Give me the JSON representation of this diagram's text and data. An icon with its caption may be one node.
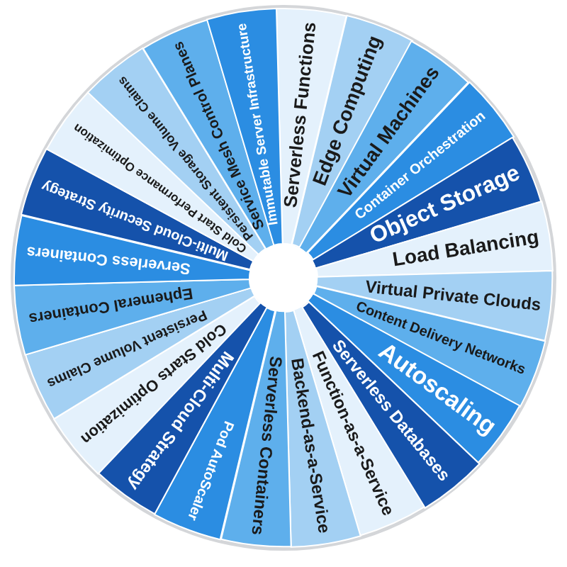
{
  "diagram": {
    "nodes": [
      {
        "text": [
          "Serverless Functions"
        ]
      },
      {
        "text": [
          "Edge Computing"
        ]
      },
      {
        "text": [
          "Virtual Machines"
        ]
      },
      {
        "text": [
          "Container Orchestration"
        ]
      },
      {
        "text": [
          "Object Storage"
        ]
      },
      {
        "text": [
          "Load Balancing"
        ]
      },
      {
        "text": [
          "Virtual Private Clouds"
        ]
      },
      {
        "text": [
          "Content Delivery Networks"
        ]
      },
      {
        "text": [
          "Autoscaling"
        ]
      },
      {
        "text": [
          "Serverless Databases"
        ]
      },
      {
        "text": [
          "Function-as-a-Service"
        ]
      },
      {
        "text": [
          "Backend-as-a-Service"
        ]
      },
      {
        "text": [
          "Serverless Containers"
        ]
      },
      {
        "text": [
          "Pod AutoScaler"
        ]
      },
      {
        "text": [
          "Multi-Cloud Strategy"
        ]
      },
      {
        "text": [
          "Cold Starts Optimization"
        ]
      },
      {
        "text": [
          "Persistent Volume Claims"
        ]
      },
      {
        "text": [
          "Ephemeral Containers"
        ]
      },
      {
        "text": [
          "Serverless Containers"
        ]
      },
      {
        "text": [
          "Multi-Cloud Security Strategy"
        ]
      },
      {
        "text": [
          "Cold Start Performance Optimization"
        ]
      },
      {
        "text": [
          "Persistent Storage Volume Claims"
        ]
      },
      {
        "text": [
          "Service Mesh Control Planes"
        ]
      },
      {
        "text": [
          "Immutable Server Infrastructure"
        ]
      }
    ]
  }
}
